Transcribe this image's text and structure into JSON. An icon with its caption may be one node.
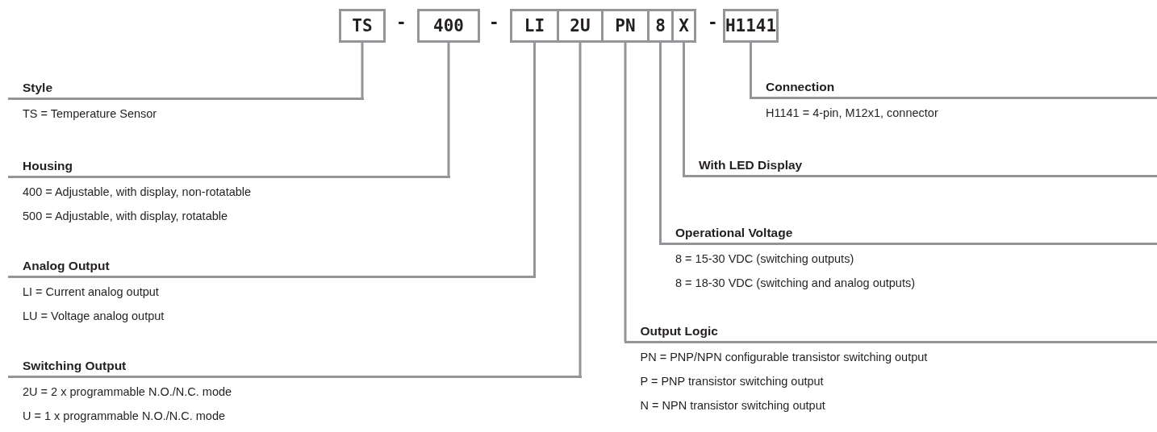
{
  "diagram": {
    "nodes": [
      {
        "text": [
          "TS"
        ]
      },
      {
        "text": [
          "400"
        ]
      },
      {
        "text": [
          "LI"
        ]
      },
      {
        "text": [
          "2U"
        ]
      },
      {
        "text": [
          "PN"
        ]
      },
      {
        "text": [
          "8"
        ]
      },
      {
        "text": [
          "X"
        ]
      },
      {
        "text": [
          "H1141"
        ]
      },
      {
        "text": [
          "Style"
        ],
        "beside": [
          "TS = Temperature Sensor"
        ]
      },
      {
        "text": [
          "Connection"
        ],
        "beside": [
          "H1141 = 4-pin, M12x1, connector"
        ]
      },
      {
        "text": [
          "Housing"
        ],
        "beside": [
          "400 = Adjustable, with display, non-rotatable",
          "500 = Adjustable, with display, rotatable"
        ]
      },
      {
        "text": [
          "With LED Display"
        ]
      },
      {
        "text": [
          "Operational Voltage"
        ],
        "beside": [
          "8 = 15-30 VDC (switching outputs)",
          "8 = 18-30 VDC (switching and analog outputs)"
        ]
      },
      {
        "text": [
          "Analog Output"
        ],
        "beside": [
          "LI = Current analog output",
          "LU = Voltage analog output"
        ]
      },
      {
        "text": [
          "Output Logic"
        ],
        "beside": [
          "PN = PNP/NPN configurable transistor switching output",
          "P = PNP transistor switching output",
          "N = NPN transistor switching output"
        ]
      },
      {
        "text": [
          "Switching Output"
        ],
        "beside": [
          "2U = 2 x programmable N.O./N.C. mode",
          "U = 1 x programmable N.O./N.C. mode"
        ]
      }
    ],
    "edges": [
      {
        "from": 0,
        "to": 8,
        "arrow": "none"
      },
      {
        "from": 7,
        "to": 9,
        "arrow": "none"
      },
      {
        "from": 1,
        "to": 10,
        "arrow": "none"
      },
      {
        "from": 6,
        "to": 11,
        "arrow": "none"
      },
      {
        "from": 5,
        "to": 12,
        "arrow": "none"
      },
      {
        "from": 2,
        "to": 13,
        "arrow": "none"
      },
      {
        "from": 4,
        "to": 14,
        "arrow": "none"
      },
      {
        "from": 3,
        "to": 15,
        "arrow": "none"
      }
    ],
    "labels": [
      "-",
      "-",
      "-"
    ]
  }
}
